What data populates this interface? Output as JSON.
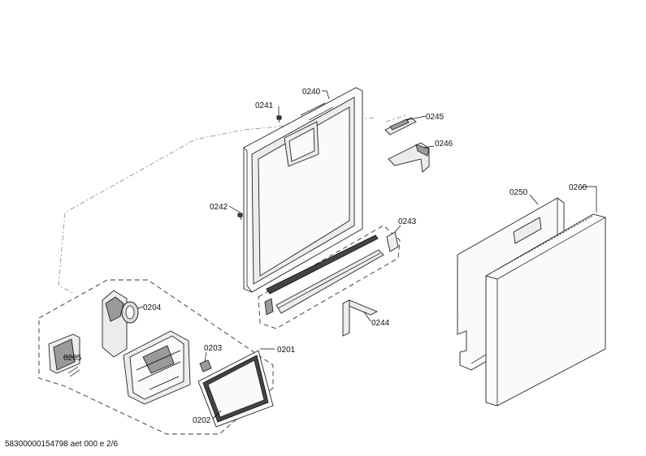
{
  "labels": {
    "p0201": "0201",
    "p0202": "0202",
    "p0203": "0203",
    "p0204": "0204",
    "p0205": "0205",
    "p0240": "0240",
    "p0241": "0241",
    "p0242": "0242",
    "p0243": "0243",
    "p0244": "0244",
    "p0245": "0245",
    "p0246": "0246",
    "p0250": "0250",
    "p0260": "0260"
  },
  "footer": {
    "doc_id": "58300000154798 aet 000 e 2/6"
  }
}
